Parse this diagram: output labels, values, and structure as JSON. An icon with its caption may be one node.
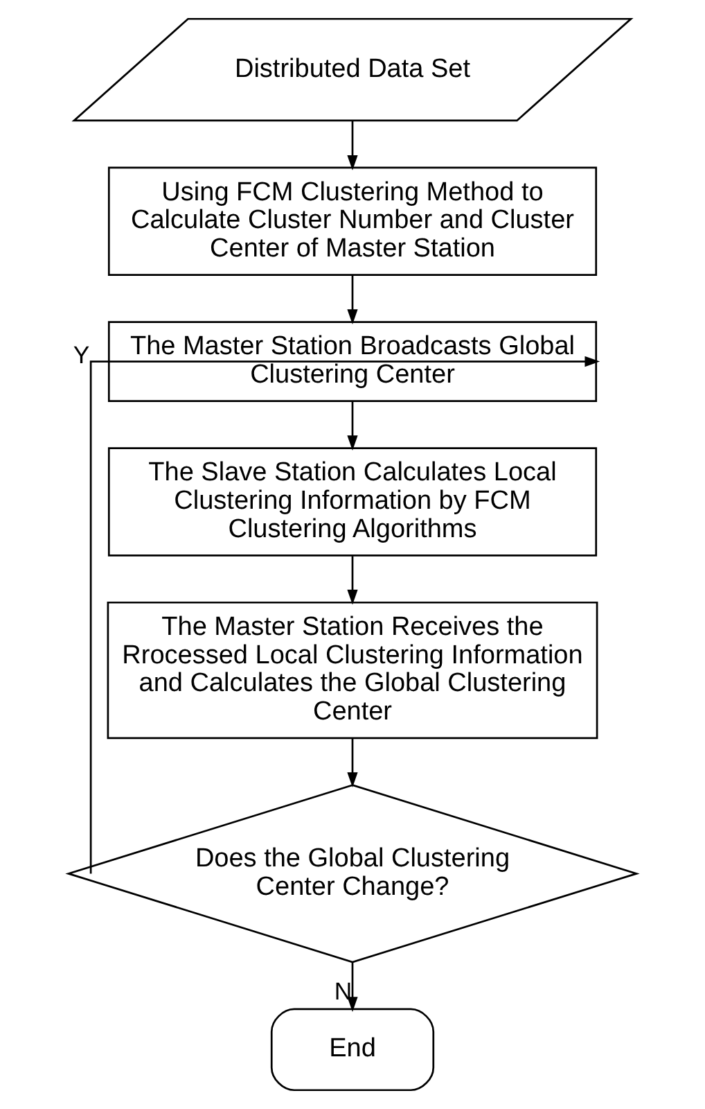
{
  "diagram": {
    "nodes": [
      {
        "text": [
          "Distributed Data Set"
        ]
      },
      {
        "text": [
          "Using FCM Clustering Method to Calculate Cluster Number and Cluster Center of Master Station"
        ]
      },
      {
        "text": [
          "The Master Station Broadcasts Global Clustering Center"
        ]
      },
      {
        "text": [
          "The Slave Station Calculates Local Clustering Information by FCM Clustering Algorithms"
        ]
      },
      {
        "text": [
          "The Master Station Receives the Rrocessed Local Clustering Information and Calculates the Global Clustering Center"
        ]
      },
      {
        "text": [
          "Does the Global Clustering Center Change?"
        ]
      },
      {
        "text": [
          "End"
        ]
      }
    ],
    "edges": [
      {
        "from": 0,
        "to": 1,
        "arrow": "to"
      },
      {
        "from": 1,
        "to": 2,
        "arrow": "to"
      },
      {
        "from": 2,
        "to": 3,
        "arrow": "to"
      },
      {
        "from": 3,
        "to": 4,
        "arrow": "to"
      },
      {
        "from": 4,
        "to": 5,
        "arrow": "to"
      },
      {
        "from": 5,
        "to": 6,
        "label": "N",
        "arrow": "to"
      },
      {
        "from": 5,
        "to": 2,
        "label": "Y",
        "arrow": "to"
      }
    ]
  }
}
